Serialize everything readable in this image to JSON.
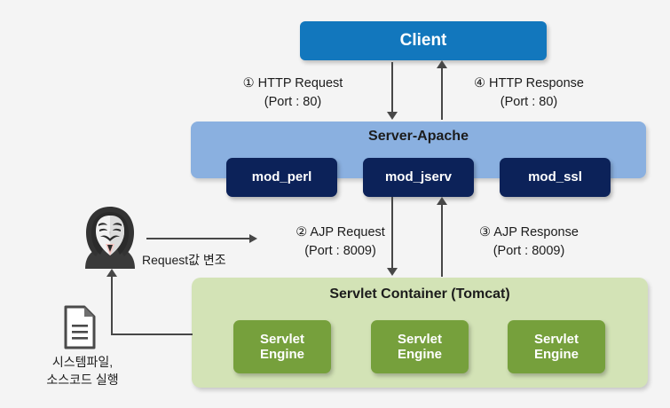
{
  "diagram": {
    "title": "Apache Tomcat AJP request flow",
    "background_color": "#f4f4f4"
  },
  "nodes": {
    "client": {
      "label": "Client",
      "color": "#1277bd"
    },
    "apache": {
      "label": "Server-Apache",
      "color": "#8ab0e0"
    },
    "modules": [
      {
        "label": "mod_perl",
        "color": "#0c2259"
      },
      {
        "label": "mod_jserv",
        "color": "#0c2259"
      },
      {
        "label": "mod_ssl",
        "color": "#0c2259"
      }
    ],
    "tomcat": {
      "label": "Servlet Container (Tomcat)",
      "color": "#d3e3b6"
    },
    "engines": [
      {
        "line1": "Servlet",
        "line2": "Engine",
        "color": "#76a03c"
      },
      {
        "line1": "Servlet",
        "line2": "Engine",
        "color": "#76a03c"
      },
      {
        "line1": "Servlet",
        "line2": "Engine",
        "color": "#76a03c"
      }
    ]
  },
  "flows": {
    "http_request": "① HTTP Request\n(Port : 80)",
    "http_response": "④ HTTP Response\n(Port : 80)",
    "ajp_request": "② AJP Request\n(Port : 8009)",
    "ajp_response": "③ AJP Response\n(Port : 8009)"
  },
  "attacker": {
    "icon": "hacker-mask-icon",
    "tamper_label": "Request값 변조",
    "file_icon": "document-icon",
    "file_label": "시스템파일,\n소스코드 실행"
  }
}
